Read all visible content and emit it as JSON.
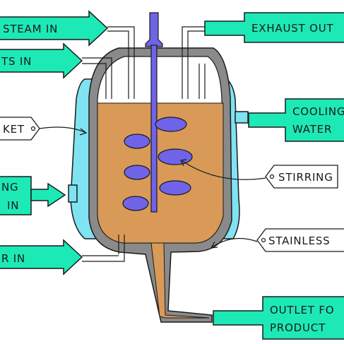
{
  "colors": {
    "accent_box": "#1de9b6",
    "jacket": "#7fe3f2",
    "contents": "#d99a58",
    "stirrer": "#6f63e8",
    "vessel_wall": "#8a8a8a",
    "outline": "#1a1a1a"
  },
  "labels": {
    "steam_in": "STEAM  IN",
    "exhaust_out": "EXHAUST  OUT",
    "reactants_in": "TS  IN",
    "cooling_water_line1": "COOLING",
    "cooling_water_line2": "WATER",
    "jacket": "KET",
    "stirring": "STIRRING",
    "heating_line1": "NG",
    "heating_line2": "IN",
    "stainless": "STAINLESS",
    "water_in": "R  IN",
    "outlet_line1": "OUTLET  FO",
    "outlet_line2": "PRODUCT"
  }
}
